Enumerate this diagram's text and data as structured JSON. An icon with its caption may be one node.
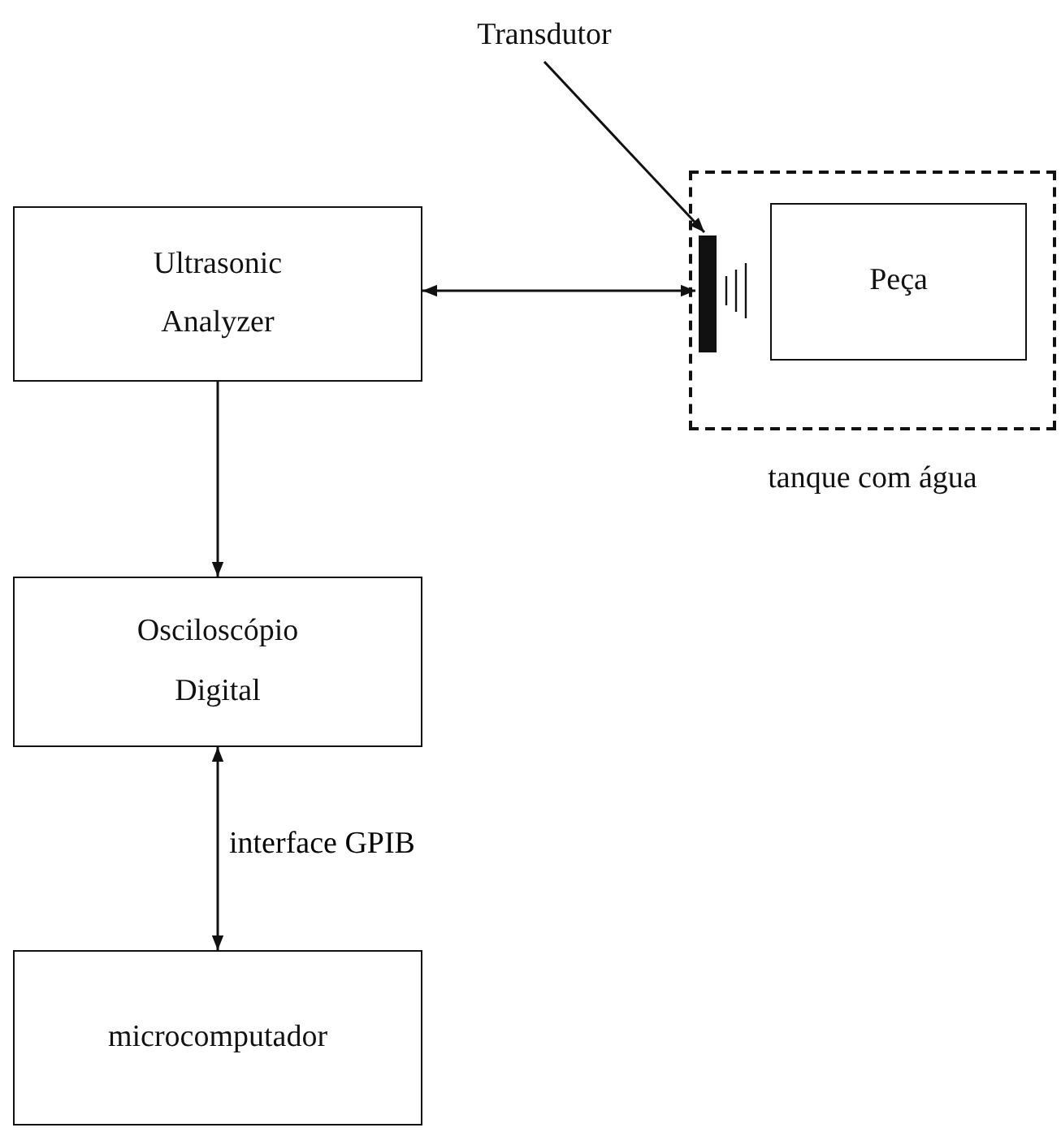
{
  "diagram": {
    "nodes": [
      {
        "text": [
          "Ultrasonic Analyzer"
        ]
      },
      {
        "text": [],
        "shape": "box",
        "beside": [
          "tanque com água"
        ]
      },
      {
        "text": [
          "Transdutor"
        ]
      },
      {
        "text": [],
        "shape": "bar",
        "in": 1
      },
      {
        "text": [
          "Peça"
        ],
        "in": 1
      },
      {
        "text": [
          "Osciloscópio Digital"
        ]
      },
      {
        "text": [
          "microcomputador"
        ]
      }
    ],
    "edges": [
      {
        "from": 0,
        "to": 3,
        "arrow": "both"
      },
      {
        "from": 2,
        "to": 3,
        "arrow": "to"
      },
      {
        "from": 0,
        "to": 5,
        "arrow": "to"
      },
      {
        "from": 5,
        "to": 6,
        "arrow": "both",
        "label": "interface GPIB"
      }
    ]
  }
}
